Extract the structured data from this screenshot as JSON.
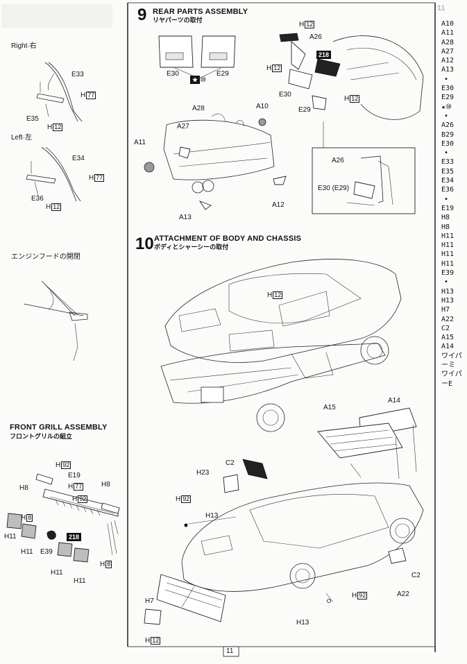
{
  "page_number": "11",
  "left_column": {
    "right_label": "Right·右",
    "left_label": "Left·左",
    "right_parts": [
      "E33",
      "H",
      "77",
      "E35",
      "H",
      "12"
    ],
    "left_parts": [
      "E34",
      "H",
      "77",
      "E36",
      "H",
      "12"
    ],
    "engine_hood_label": "エンジンフードの開閉"
  },
  "front_grill": {
    "title": "FRONT GRILL ASSEMBLY",
    "subtitle": "フロントグリルの組立",
    "labels": {
      "h92": "92",
      "h8_left": "H8",
      "e19": "E19",
      "h77": "77",
      "h92b": "92",
      "h8_right": "H8",
      "h8_box": "8",
      "h11_a": "H11",
      "h11_b": "H11",
      "e39": "E39",
      "badge218": "218",
      "h11_c": "H11",
      "h11_d": "H11",
      "h8_box2": "8",
      "h": "H"
    }
  },
  "step9": {
    "number": "9",
    "title": "REAR PARTS ASSEMBLY",
    "subtitle": "リヤパーツの取付",
    "labels": {
      "e30": "E30",
      "e29": "E29",
      "star10": "⑩",
      "a28": "A28",
      "a10": "A10",
      "a27": "A27",
      "a11": "A11",
      "a13": "A13",
      "a12": "A12",
      "h12a": "12",
      "a26": "A26",
      "badge218": "218",
      "h12b": "12",
      "e30b": "E30",
      "e29b": "E29",
      "h12c": "12",
      "inset_a26": "A26",
      "inset_e30": "E30 (E29)",
      "h": "H"
    }
  },
  "step10": {
    "number": "10",
    "title": "ATTACHMENT OF BODY AND CHASSIS",
    "subtitle": "ボディとシャーシーの取付",
    "labels": {
      "h12": "12",
      "a15": "A15",
      "a14": "A14",
      "c2": "C2",
      "h23": "H23",
      "h92a": "92",
      "h13a": "H13",
      "c2b": "C2",
      "a22": "A22",
      "h7": "H7",
      "h92b": "92",
      "h13b": "H13",
      "h12b": "12",
      "h": "H"
    }
  },
  "parts_list": [
    "A10",
    "A11",
    "A28",
    "A27",
    "A12",
    "A13",
    "•",
    "E30",
    "E29",
    "★⑩",
    "•",
    "A26",
    "B29",
    "E30",
    "•",
    "E33",
    "E35",
    "E34",
    "E36",
    "•",
    "E19",
    "H8",
    "H8",
    "H11",
    "H11",
    "H11",
    "H11",
    "E39",
    "•",
    "H13",
    "H13",
    "H7",
    "A22",
    "C2",
    "A15",
    "A14",
    "ワイパーミ",
    "ワイパーE"
  ],
  "faded_header": "11"
}
